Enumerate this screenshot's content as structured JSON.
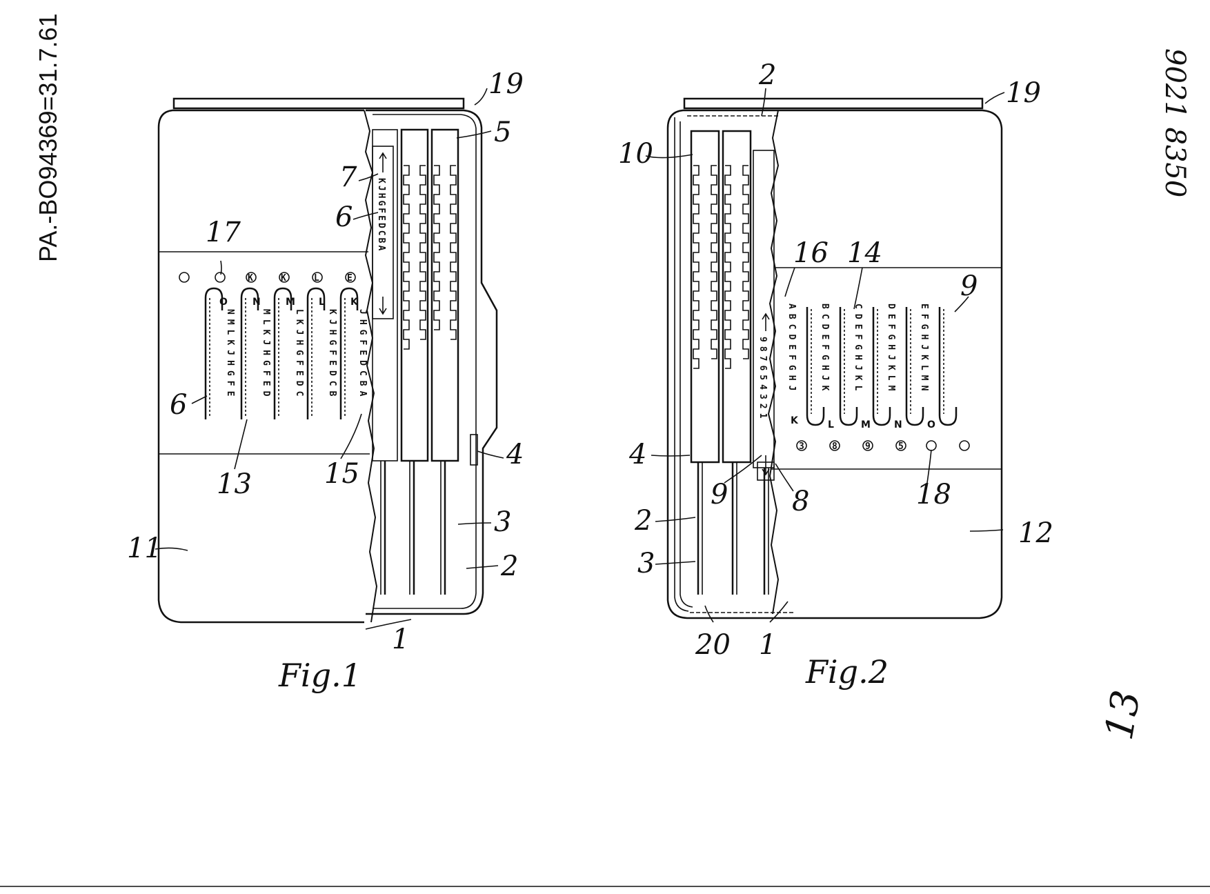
{
  "document": {
    "side_stamp": "PA.-BO94369=31.7.61",
    "corner_number": "9021 8350",
    "page_mark": "13",
    "fig1": {
      "caption": "Fig.1",
      "ref_labels": [
        "19",
        "5",
        "7",
        "6",
        "17",
        "6",
        "13",
        "15",
        "4",
        "3",
        "2",
        "11",
        "1"
      ],
      "arrow_strip_letters": "KJHGFEDCBA",
      "column_heads": [
        "O",
        "N",
        "M",
        "L",
        "K"
      ],
      "column_letters": [
        "NMLKJHGFE",
        "MLKJHGFED",
        "LKJHGFEDC",
        "KJHGFEDCB",
        "JHGFEDCBA"
      ],
      "circle_marks": [
        "",
        "",
        "K",
        "K",
        "L",
        "E"
      ]
    },
    "fig2": {
      "caption": "Fig.2",
      "ref_labels": [
        "2",
        "19",
        "10",
        "16",
        "14",
        "9",
        "4",
        "9",
        "8",
        "18",
        "2",
        "3",
        "12",
        "20",
        "1"
      ],
      "number_strip": "987654321",
      "column_heads": [
        "K",
        "L",
        "M",
        "N",
        "O"
      ],
      "column_letters": [
        "ABCDEFGHJ",
        "BCDEFGHJK",
        "CDEFGHJKL",
        "DEFGHJKLM",
        "EFGHJKLMN"
      ],
      "circle_marks": [
        "3",
        "8",
        "9",
        "5",
        "",
        ""
      ]
    }
  }
}
